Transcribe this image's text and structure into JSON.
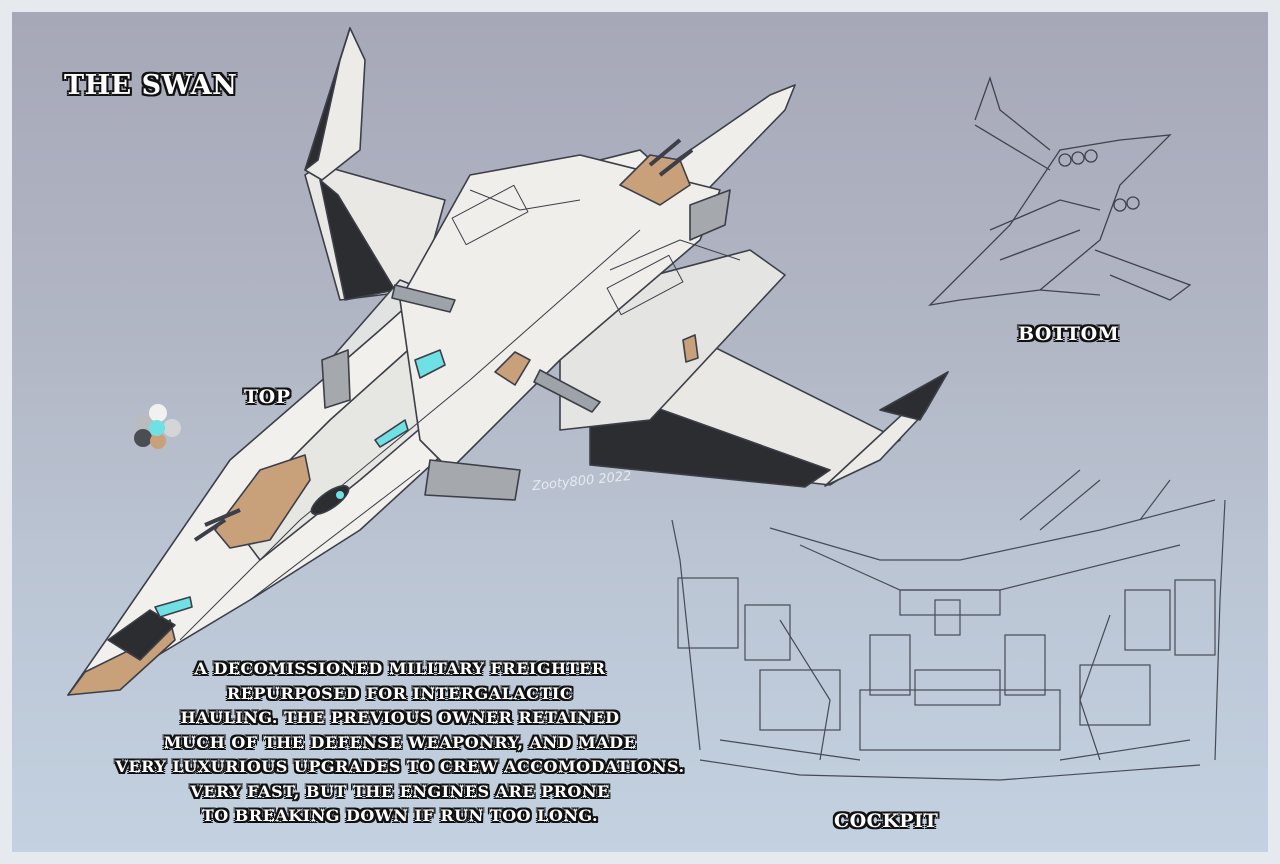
{
  "title": "THE SWAN",
  "views": {
    "top": "TOP",
    "bottom": "BOTTOM",
    "cockpit": "COCKPIT"
  },
  "description": [
    "A DECOMISSIONED MILITARY FREIGHTER",
    "REPURPOSED FOR INTERGALACTIC",
    "HAULING. THE PREVIOUS OWNER RETAINED",
    "MUCH OF THE DEFENSE WEAPONRY, AND MADE",
    "VERY LUXURIOUS UPGRADES TO CREW ACCOMODATIONS.",
    "VERY FAST, BUT THE ENGINES ARE PRONE",
    "TO BREAKING DOWN IF RUN TOO LONG."
  ],
  "signature": "Zooty800 2022",
  "palette": [
    "#f1f1ef",
    "#b9bbbf",
    "#4a4d52",
    "#6fe0e3",
    "#caa07a",
    "#8b6a4f"
  ],
  "colors": {
    "hull": "#ecebe8",
    "hull_shadow": "#cfd1d4",
    "dark_panel": "#2c2d31",
    "accent": "#c8a07a",
    "glow": "#6fe0e3",
    "line": "#3c3f48"
  }
}
